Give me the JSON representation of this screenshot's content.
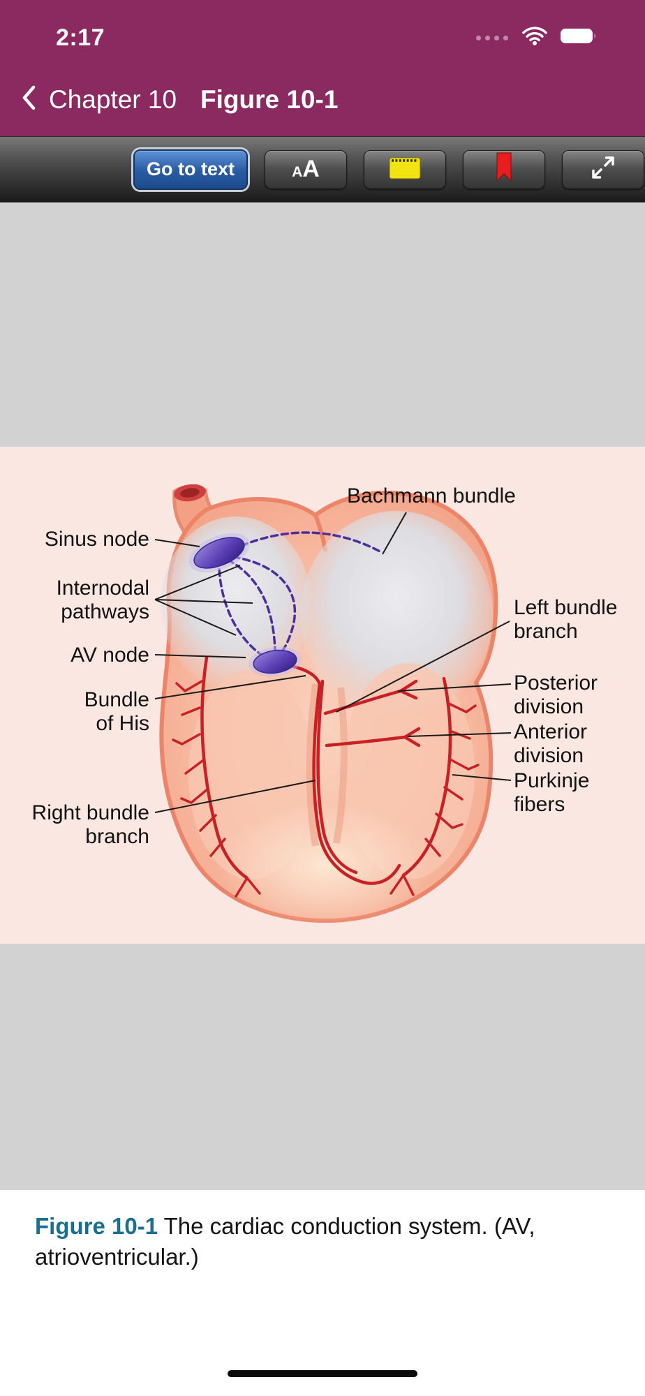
{
  "colors": {
    "header_purple": "#8A2A61",
    "toolbar_dark": "#3F3F3F",
    "go_to_text_blue": "#2B5EA6",
    "figure_background_pink": "#FBE7E1",
    "content_gray": "#D2D2D3",
    "caption_accent_blue": "#1A6E90",
    "conduction_red": "#C92026",
    "pathway_purple": "#4B2E9E",
    "node_purple": "#5B3FB5",
    "note_yellow": "#F2E313",
    "bookmark_red": "#E81E1E"
  },
  "status_bar": {
    "time": "2:17",
    "icons": [
      "cellular-dots-icon",
      "wifi-icon",
      "battery-icon"
    ]
  },
  "nav": {
    "back_icon": "chevron-left-icon",
    "back_label": "Chapter 10",
    "title": "Figure 10-1"
  },
  "toolbar": {
    "go_to_text_label": "Go to text",
    "font_small": "A",
    "font_large": "A",
    "icons": [
      "notes-icon",
      "bookmark-icon",
      "expand-icon"
    ]
  },
  "figure": {
    "labels": {
      "bachmann_bundle": "Bachmann bundle",
      "sinus_node": "Sinus node",
      "internodal_line1": "Internodal",
      "internodal_line2": "pathways",
      "av_node": "AV node",
      "bundle_his_line1": "Bundle",
      "bundle_his_line2": "of His",
      "right_bundle_line1": "Right bundle",
      "right_bundle_line2": "branch",
      "left_bundle_line1": "Left bundle",
      "left_bundle_line2": "branch",
      "posterior_line1": "Posterior",
      "posterior_line2": "division",
      "anterior_line1": "Anterior",
      "anterior_line2": "division",
      "purkinje_line1": "Purkinje",
      "purkinje_line2": "fibers"
    }
  },
  "caption": {
    "figure_label": "Figure 10-1",
    "text": " The cardiac conduction system. (AV, atrioventricular.)"
  }
}
